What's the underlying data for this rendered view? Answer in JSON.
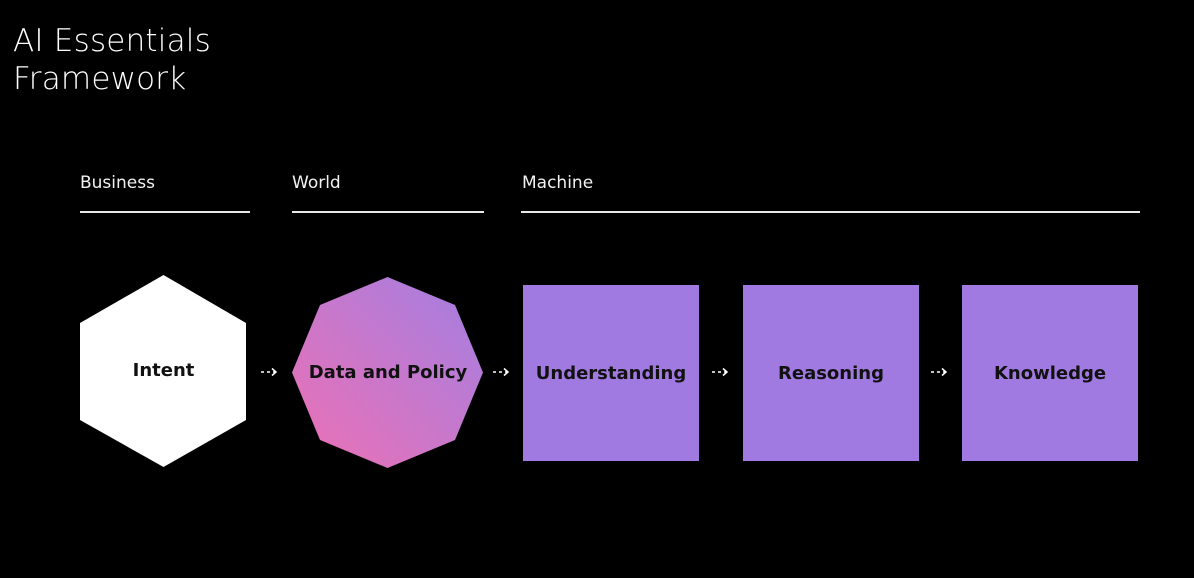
{
  "title": {
    "line1": "AI Essentials",
    "line2": "Framework"
  },
  "layers": {
    "business": "Business",
    "world": "World",
    "machine": "Machine"
  },
  "nodes": {
    "intent": "Intent",
    "data_policy": "Data and Policy",
    "understanding": "Understanding",
    "reasoning": "Reasoning",
    "knowledge": "Knowledge"
  },
  "colors": {
    "background": "#000000",
    "intent_fill": "#ffffff",
    "octagon_gradient_start": "#e774b8",
    "octagon_gradient_end": "#a77de0",
    "machine_fill": "#a07ae0",
    "rule": "#e8e8e8"
  },
  "icons": {
    "connector": "dashed-arrow-icon"
  }
}
